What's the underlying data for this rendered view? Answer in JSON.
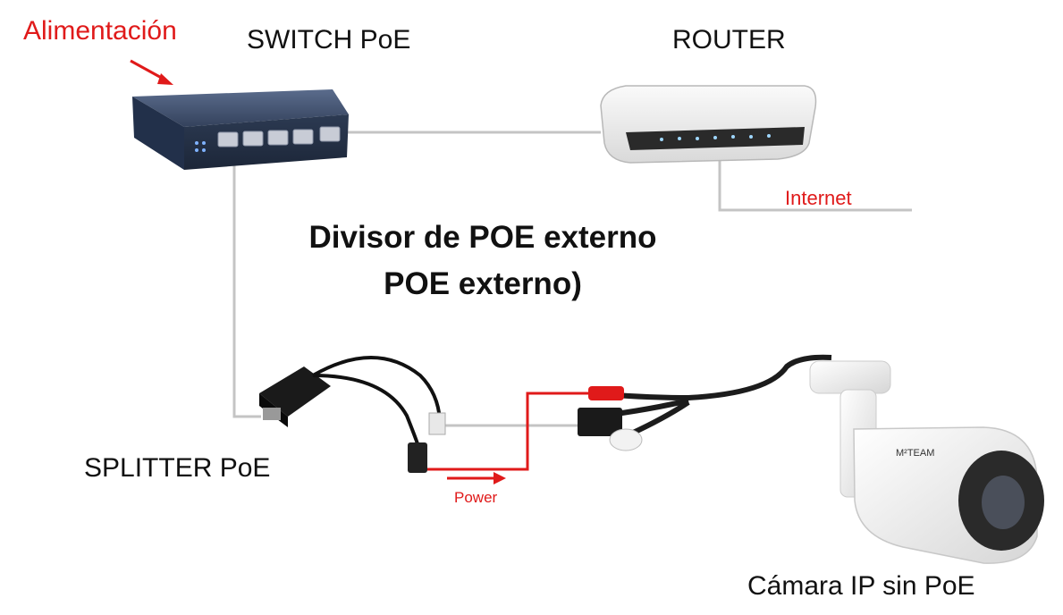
{
  "labels": {
    "power_supply": "Alimentación",
    "switch": "SWITCH PoE",
    "router": "ROUTER",
    "internet": "Internet",
    "splitter": "SPLITTER  PoE",
    "power": "Power",
    "camera": "Cámara IP sin PoE",
    "camera_brand": "M²TEAM"
  },
  "title": {
    "line1": "Divisor de POE externo",
    "line2": "POE externo)"
  },
  "colors": {
    "power_accent": "#e01a1a",
    "cable_gray": "#bdbdbd",
    "switch_body": "#3a4a66",
    "router_body": "#eeeeee"
  }
}
